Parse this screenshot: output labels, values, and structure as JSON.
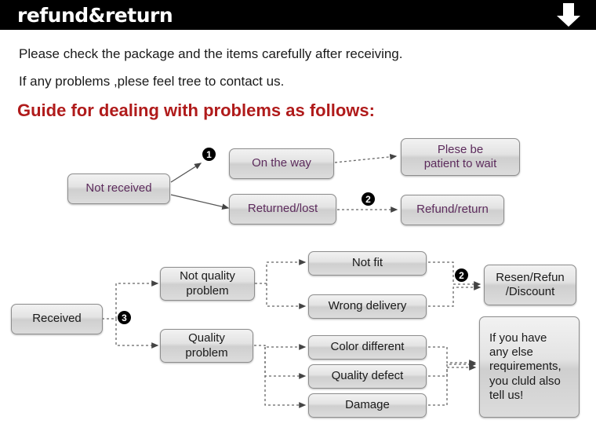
{
  "header": {
    "title": "refund&return",
    "arrow_icon": "down-arrow-icon"
  },
  "intro": {
    "line1": "Please check the package and the items carefully after receiving.",
    "line2": "If any problems ,plese feel tree to contact us.",
    "guide_title": "Guide for dealing with problems as follows:"
  },
  "diagram_top": {
    "start": "Not received",
    "branch_on_the_way": "On the way",
    "branch_returned_lost": "Returned/lost",
    "result_patient": "Plese be\npatient to wait",
    "result_refund": "Refund/return",
    "bullet_1": "❶",
    "bullet_2": "❷"
  },
  "diagram_bottom": {
    "start": "Received",
    "bullet_3": "❸",
    "bullet_2": "❷",
    "cat_not_quality": "Not quality\nproblem",
    "cat_quality": "Quality\nproblem",
    "issues": [
      "Not fit",
      "Wrong delivery",
      "Color different",
      "Quality defect",
      "Damage"
    ],
    "result_resend": "Resen/Refun\n/Discount",
    "result_else": "If you have\nany else\nrequirements,\nyou cluld also\ntell us!"
  },
  "colors": {
    "header_bg": "#000000",
    "header_text": "#ffffff",
    "guide_red": "#b01b1b",
    "node_border": "#8d8d8d",
    "purple_text": "#5c2b5c"
  }
}
